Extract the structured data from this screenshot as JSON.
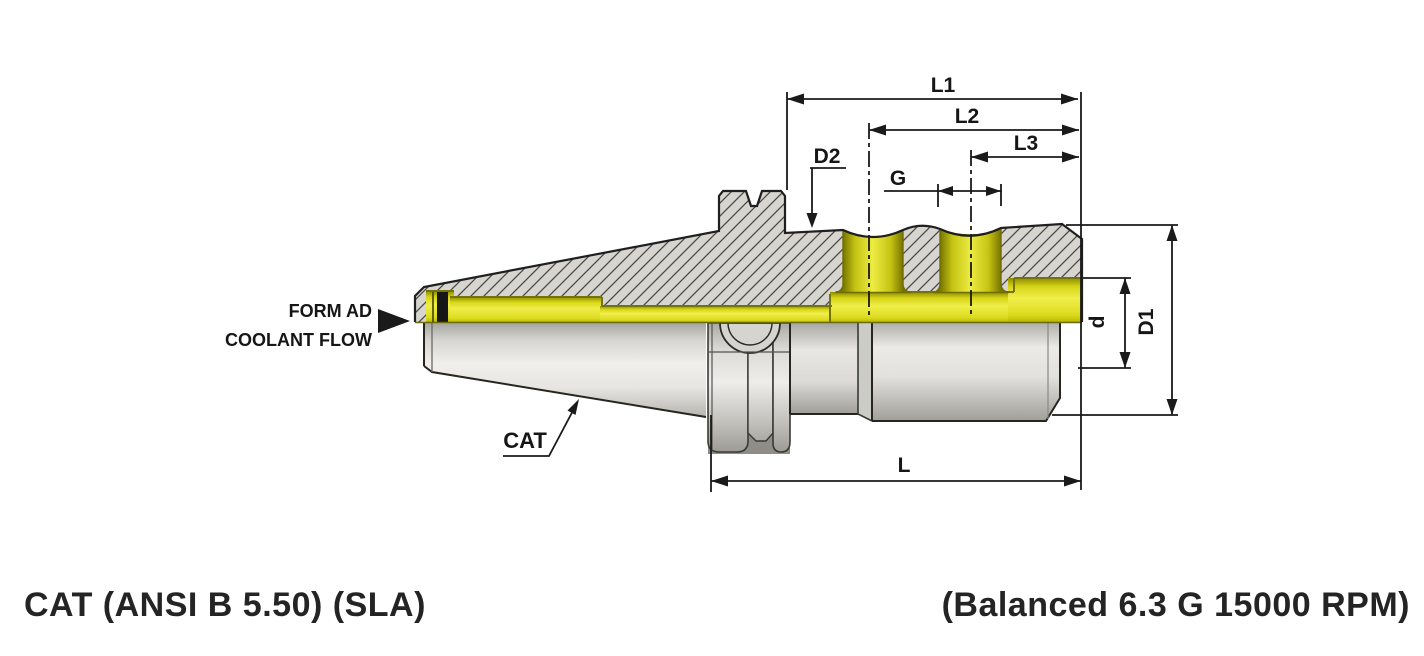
{
  "dimensions": {
    "l1": "L1",
    "l2": "L2",
    "l3": "L3",
    "d2": "D2",
    "g": "G",
    "d": "d",
    "d1": "D1",
    "l": "L"
  },
  "callouts": {
    "coolant_line1": "FORM AD",
    "coolant_line2": "COOLANT FLOW",
    "taper_label": "CAT"
  },
  "footer": {
    "left_title": "CAT (ANSI B 5.50) (SLA)",
    "right_title": "(Balanced 6.3 G 15000 RPM)"
  },
  "colors": {
    "coolant_yellow": "#eceb3c",
    "coolant_yellow_dark": "#8f8d00",
    "metal_gray": "#d7d5d0",
    "hatch_line": "#4a4842",
    "dimension_line": "#1a1a1a",
    "background": "#ffffff"
  }
}
